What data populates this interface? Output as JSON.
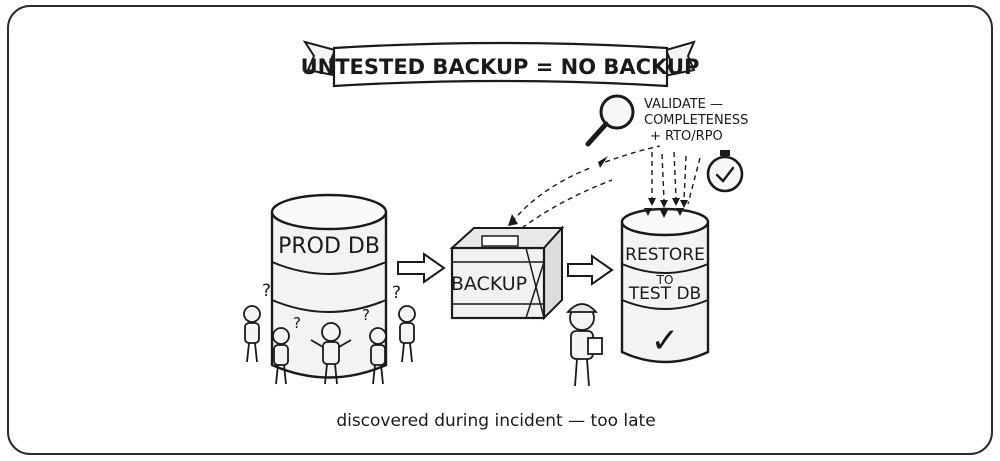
{
  "banner": {
    "title": "UNTESTED BACKUP = NO BACKUP"
  },
  "prod_db": {
    "label": "PROD DB"
  },
  "backup_crate": {
    "label": "BACKUP"
  },
  "test_db": {
    "label_line1": "RESTORE",
    "label_line2": "TO",
    "label_line3": "TEST DB"
  },
  "validate_note": {
    "line1": "VALIDATE —",
    "line2": "COMPLETENESS",
    "line3": "+ RTO/RPO"
  },
  "question_mark": "?",
  "check_mark": "✓",
  "caption": "discovered during incident — too late",
  "icons": {
    "magnifier": "magnifier-icon",
    "stopwatch": "stopwatch-icon",
    "check": "check-icon"
  }
}
